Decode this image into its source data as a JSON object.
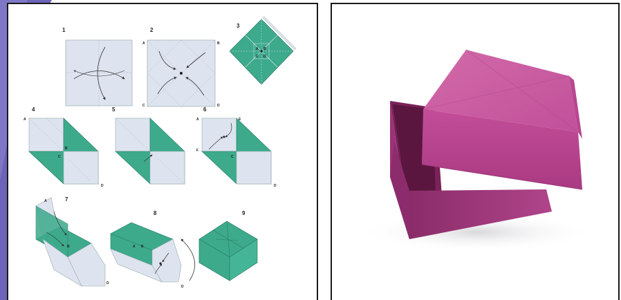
{
  "diagram": {
    "steps": [
      "1",
      "2",
      "3",
      "4",
      "5",
      "6",
      "7",
      "8",
      "9"
    ],
    "points": {
      "a": "A",
      "b": "B",
      "c": "C",
      "d": "D",
      "e": "E",
      "f": "F"
    }
  },
  "colors": {
    "teal": "#3daa8c",
    "paper": "#dde4ef",
    "box_pink": "#c8559c",
    "box_dark": "#6e2150",
    "background_purple": "#6b64b8"
  },
  "photo": {
    "subject": "origami-box-with-lid"
  }
}
